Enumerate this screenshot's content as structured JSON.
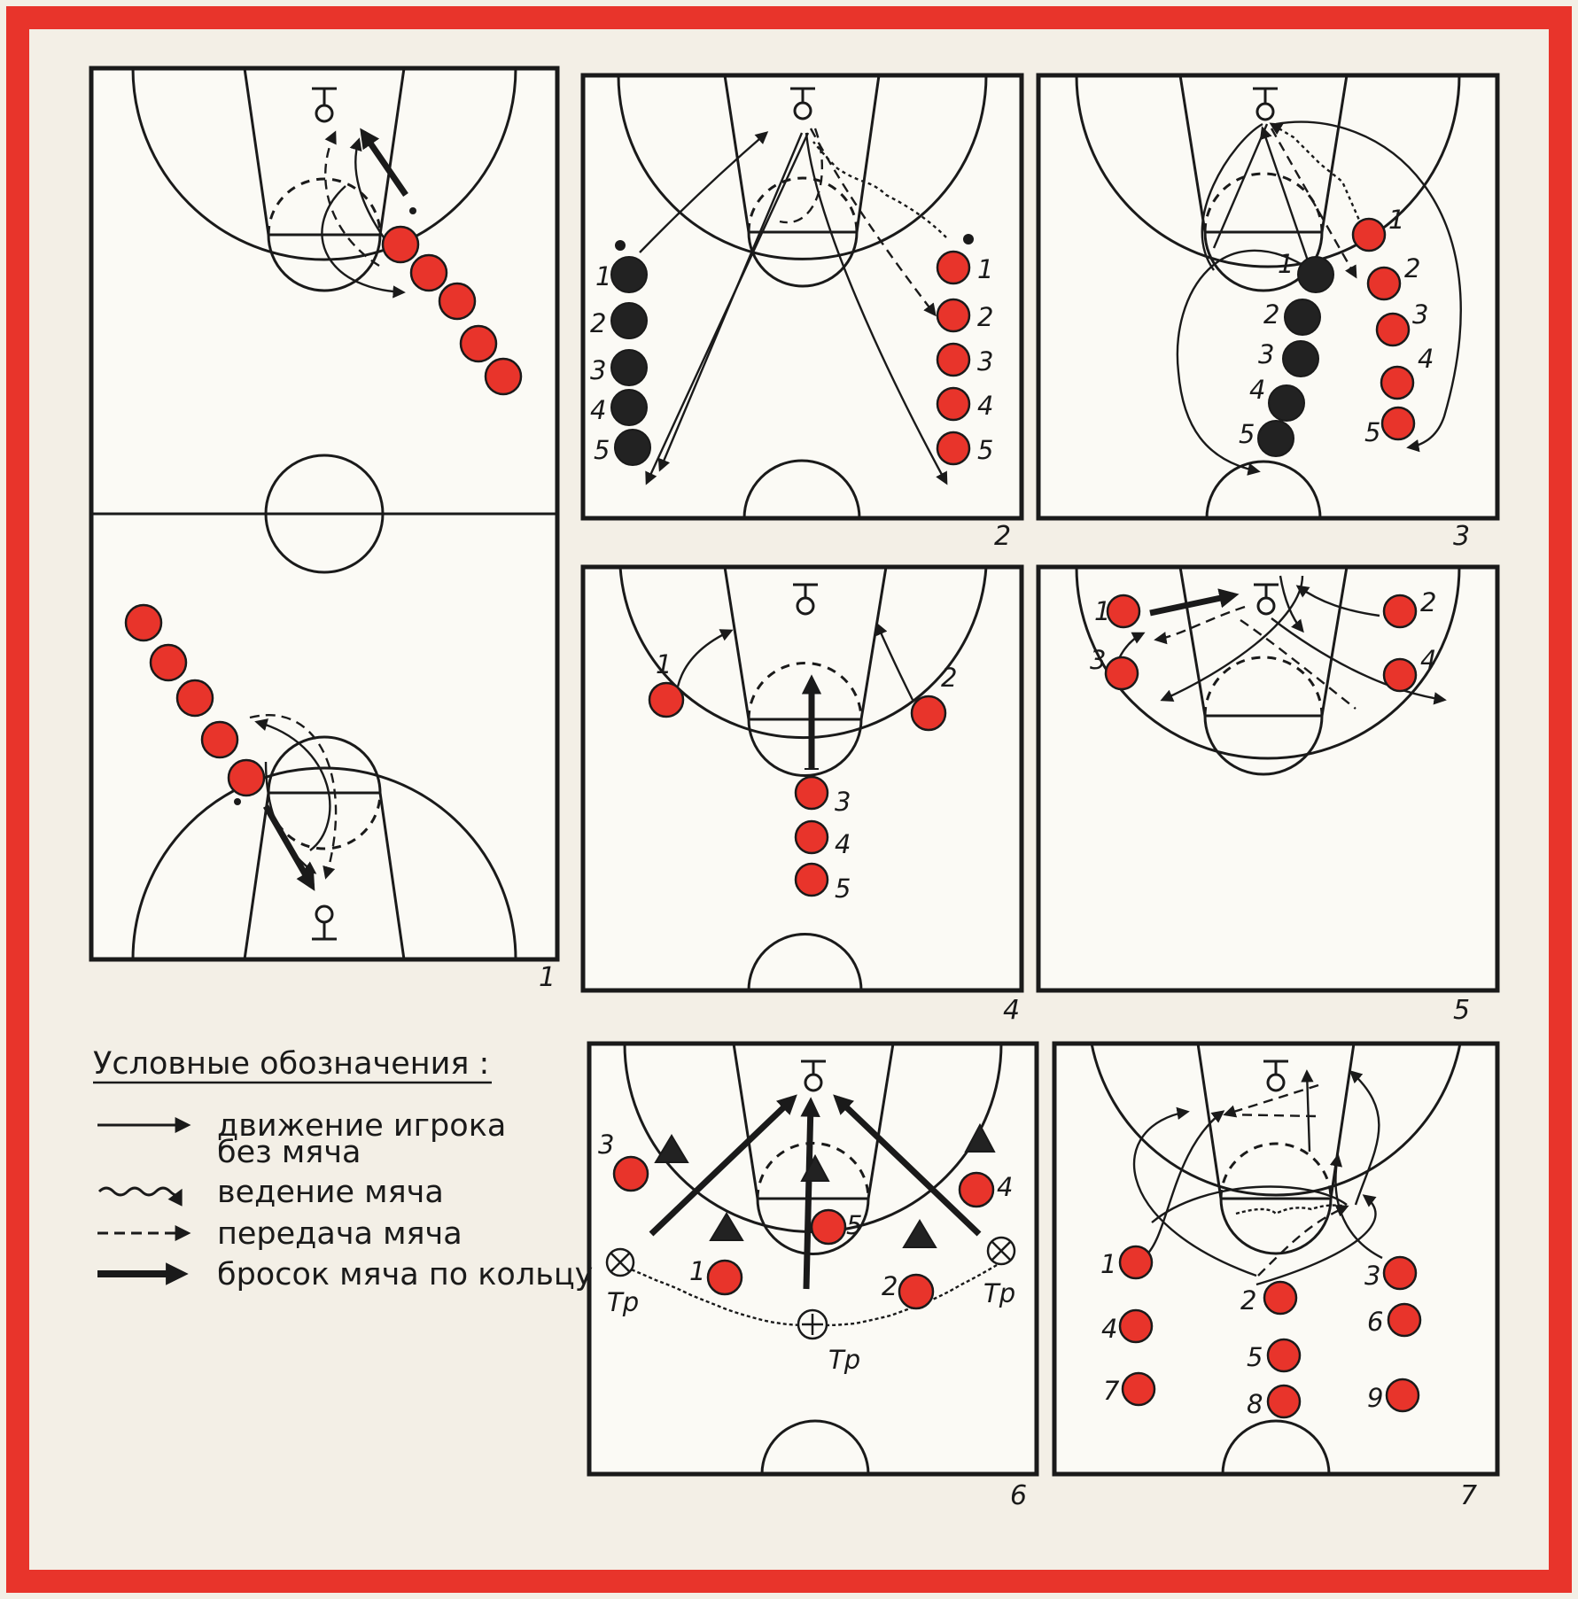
{
  "colors": {
    "border": "#e8342b",
    "red_player": "#e8342b",
    "black_player": "#222222",
    "paper": "#fbfaf5"
  },
  "diagram_labels": {
    "d1": "1",
    "d2": "2",
    "d3": "3",
    "d4": "4",
    "d5": "5",
    "d6": "6",
    "d7": "7"
  },
  "legend": {
    "title": "Условные обозначения :",
    "move_line1": "движение игрока",
    "move_line2": "без мяча",
    "dribble": "ведение мяча",
    "pass": "передача мяча",
    "shot": "бросок мяча по кольцу"
  },
  "d2": {
    "black": [
      "1",
      "2",
      "3",
      "4",
      "5"
    ],
    "red": [
      "1",
      "2",
      "3",
      "4",
      "5"
    ]
  },
  "d3": {
    "black": [
      "1",
      "2",
      "3",
      "4",
      "5"
    ],
    "red": [
      "1",
      "2",
      "3",
      "4",
      "5"
    ]
  },
  "d4": {
    "players": [
      "1",
      "2",
      "3",
      "4",
      "5"
    ]
  },
  "d5": {
    "players": [
      "1",
      "2",
      "3",
      "4"
    ]
  },
  "d6": {
    "players": [
      "1",
      "2",
      "3",
      "4",
      "5"
    ],
    "coach": "Тр"
  },
  "d7": {
    "players": [
      "1",
      "2",
      "3",
      "4",
      "5",
      "6",
      "7",
      "8",
      "9"
    ]
  }
}
